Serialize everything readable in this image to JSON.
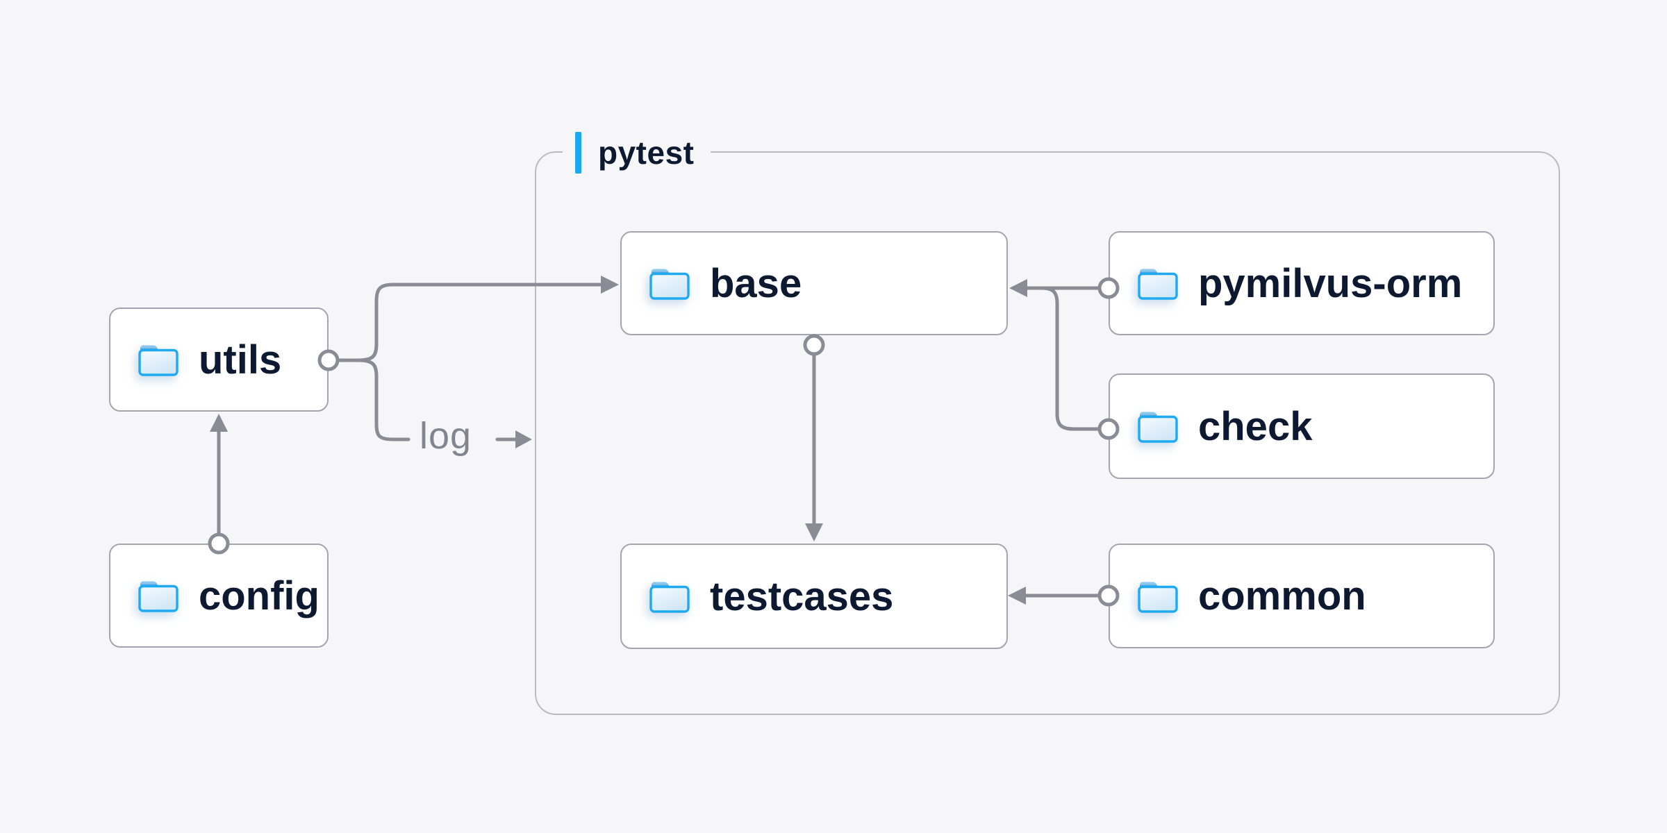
{
  "diagram": {
    "title_group": {
      "label": "pytest"
    },
    "nodes": [
      {
        "id": "utils",
        "label": "utils",
        "icon": "folder-icon"
      },
      {
        "id": "config",
        "label": "config",
        "icon": "folder-icon"
      },
      {
        "id": "base",
        "label": "base",
        "icon": "folder-icon",
        "group": "pytest"
      },
      {
        "id": "testcases",
        "label": "testcases",
        "icon": "folder-icon",
        "group": "pytest"
      },
      {
        "id": "pymilvus-orm",
        "label": "pymilvus-orm",
        "icon": "folder-icon",
        "group": "pytest"
      },
      {
        "id": "check",
        "label": "check",
        "icon": "folder-icon",
        "group": "pytest"
      },
      {
        "id": "common",
        "label": "common",
        "icon": "folder-icon",
        "group": "pytest"
      }
    ],
    "edges": [
      {
        "from": "config",
        "to": "utils",
        "label": ""
      },
      {
        "from": "utils",
        "to": "base",
        "label": ""
      },
      {
        "from": "utils",
        "to": "pytest",
        "label": "log"
      },
      {
        "from": "base",
        "to": "testcases",
        "label": ""
      },
      {
        "from": "pymilvus-orm",
        "to": "base",
        "label": ""
      },
      {
        "from": "check",
        "to": "base",
        "label": ""
      },
      {
        "from": "common",
        "to": "testcases",
        "label": ""
      }
    ],
    "colors": {
      "background": "#f6f6f8",
      "accent_blue": "#1aa9f2",
      "connector_gray": "#8a8b94",
      "node_text": "#0d1930",
      "edge_label_text": "#84848e",
      "folder_stroke": "#1ea9f2"
    }
  }
}
